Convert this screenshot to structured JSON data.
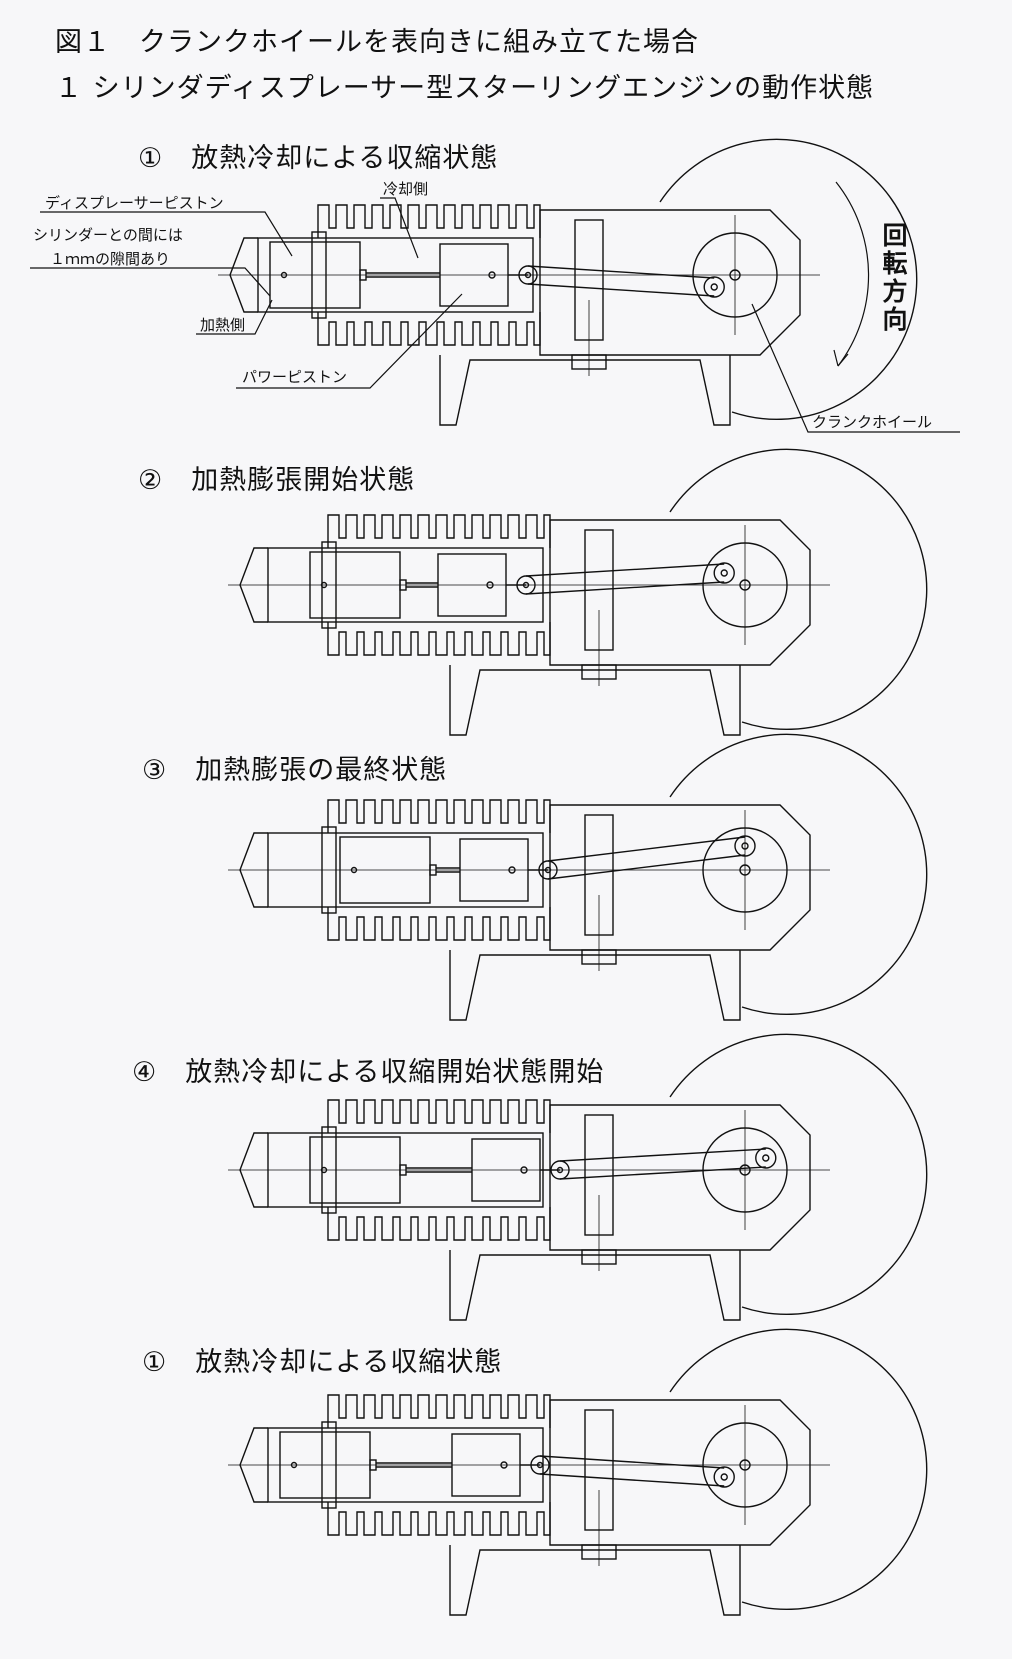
{
  "titles": {
    "line1": "図１　クランクホイールを表向きに組み立てた場合",
    "line2": "１ シリンダディスプレーサー型スターリングエンジンの動作状態"
  },
  "states": [
    {
      "label": "①　放熱冷却による収縮状態"
    },
    {
      "label": "②　加熱膨張開始状態"
    },
    {
      "label": "③　加熱膨張の最終状態"
    },
    {
      "label": "④　放熱冷却による収縮開始状態開始"
    },
    {
      "label": "①　放熱冷却による収縮状態"
    }
  ],
  "annotations": {
    "displacer_piston": "ディスプレーサーピストン",
    "cylinder_gap_line1": "シリンダーとの間には",
    "cylinder_gap_line2": "１ｍｍの隙間あり",
    "cooling_side": "冷却側",
    "heating_side": "加熱側",
    "power_piston": "パワーピストン",
    "crank_wheel": "クランクホイール",
    "rotation_direction": "回転方向"
  }
}
